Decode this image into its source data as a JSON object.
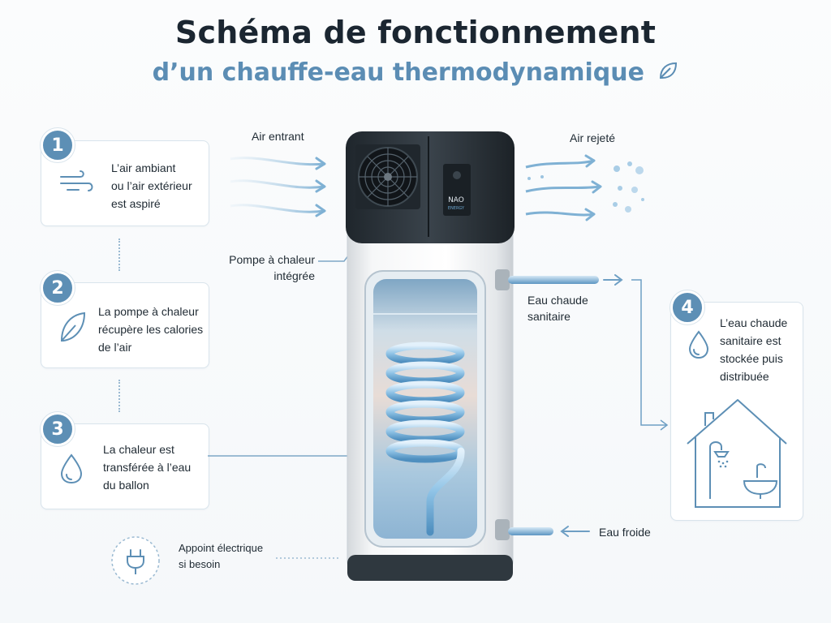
{
  "header": {
    "title": "Schéma de fonctionnement",
    "subtitle": "d’un chauffe-eau thermodynamique"
  },
  "steps": [
    {
      "number": "1",
      "text": [
        "L’air ambiant",
        "ou l’air extérieur",
        "est aspiré"
      ],
      "icon": "wind-icon"
    },
    {
      "number": "2",
      "text": [
        "La pompe à chaleur",
        "récupère les calories",
        "de l’air"
      ],
      "icon": "leaf-icon"
    },
    {
      "number": "3",
      "text": [
        "La chaleur est",
        "transférée à l’eau",
        "du ballon"
      ],
      "icon": "water-drop-icon"
    },
    {
      "number": "4",
      "text": [
        "L’eau chaude",
        "sanitaire est",
        "stockée puis",
        "distribuée"
      ],
      "icon": "water-drop-icon"
    }
  ],
  "labels": {
    "air_in": "Air entrant",
    "air_out": "Air rejeté",
    "heat_pump": [
      "Pompe à chaleur",
      "intégrée"
    ],
    "hot_water": [
      "Eau chaude",
      "sanitaire"
    ],
    "cold_water": "Eau froide",
    "backup": [
      "Appoint électrique",
      "si besoin"
    ]
  },
  "device": {
    "brand": "NAO",
    "brand_sub": "ENERGY"
  },
  "colors": {
    "accent": "#5d8fb5",
    "dark_accent": "#1b2631",
    "line": "#7fa7c6",
    "coil": "#8fc3e6",
    "tank_body": "#2d353c"
  }
}
